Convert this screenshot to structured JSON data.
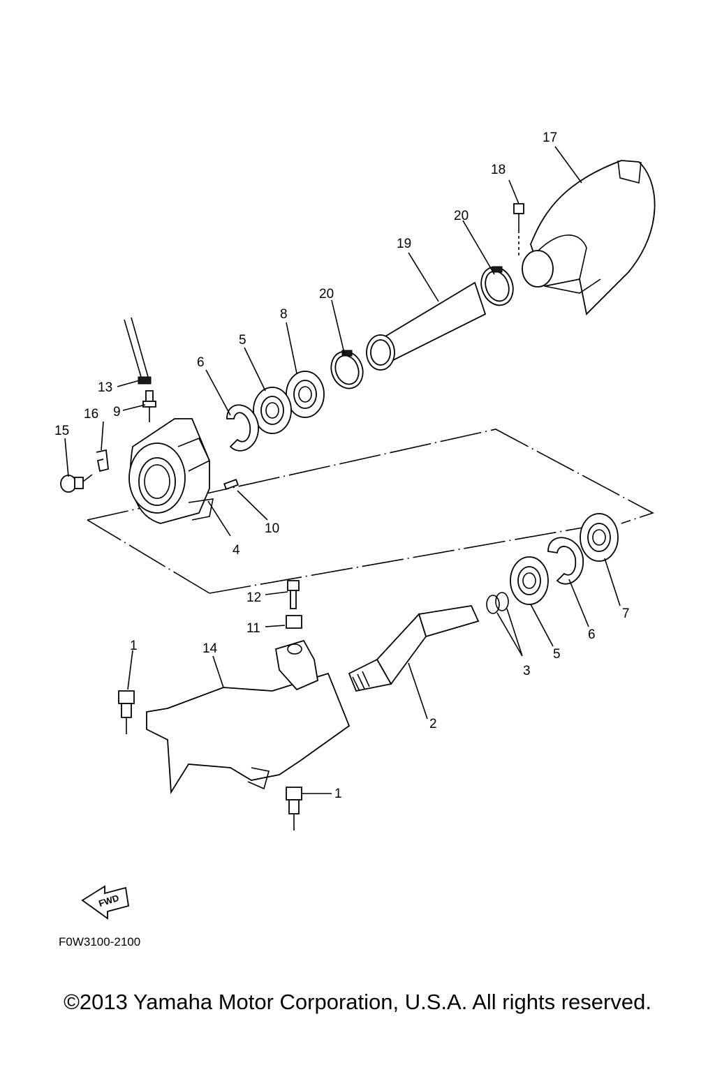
{
  "diagram": {
    "callouts": {
      "c1a": "1",
      "c1b": "1",
      "c2": "2",
      "c3": "3",
      "c4": "4",
      "c5a": "5",
      "c5b": "5",
      "c6a": "6",
      "c6b": "6",
      "c7": "7",
      "c8": "8",
      "c9": "9",
      "c10": "10",
      "c11": "11",
      "c12": "12",
      "c13": "13",
      "c14": "14",
      "c15": "15",
      "c16": "16",
      "c17": "17",
      "c18": "18",
      "c19": "19",
      "c20a": "20",
      "c20b": "20"
    },
    "fwd_label": "FWD",
    "drawing_code": "F0W3100-2100"
  },
  "footer": {
    "copyright": "©2013 Yamaha Motor Corporation, U.S.A. All rights reserved."
  }
}
